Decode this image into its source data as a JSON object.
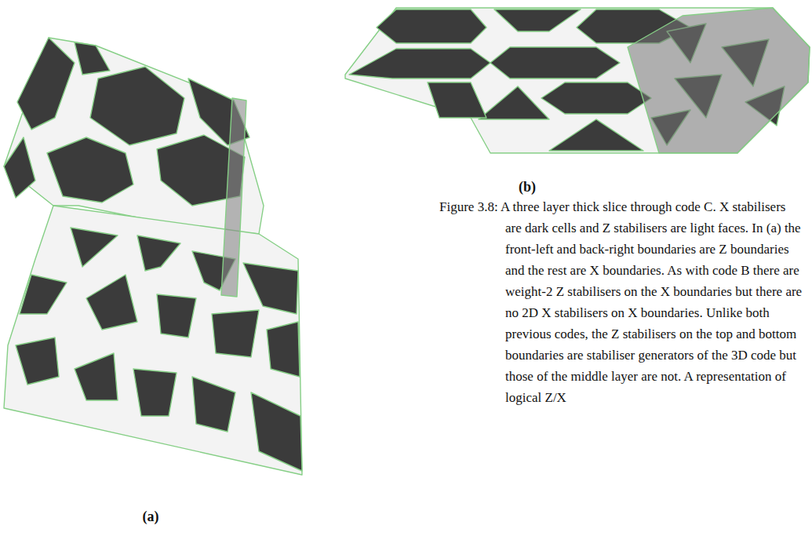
{
  "diagram": {
    "caption": "Figure 3.8: A three layer thick slice through code C. X stabilisers are dark cells and Z stabilisers are light faces. In (a) the front-left and back-right boundaries are Z boundaries and the rest are X boundaries. As with code B there are weight-2 Z stabilisers on the X boundaries but there are no 2D X stabilisers on X boundaries. Unlike both previous codes, the Z stabilisers on the top and bottom boundaries are stabiliser generators of the 3D code but those of the middle layer are not. A representation of logical Z/X",
    "labels": [
      "(a)",
      "(b)"
    ]
  }
}
